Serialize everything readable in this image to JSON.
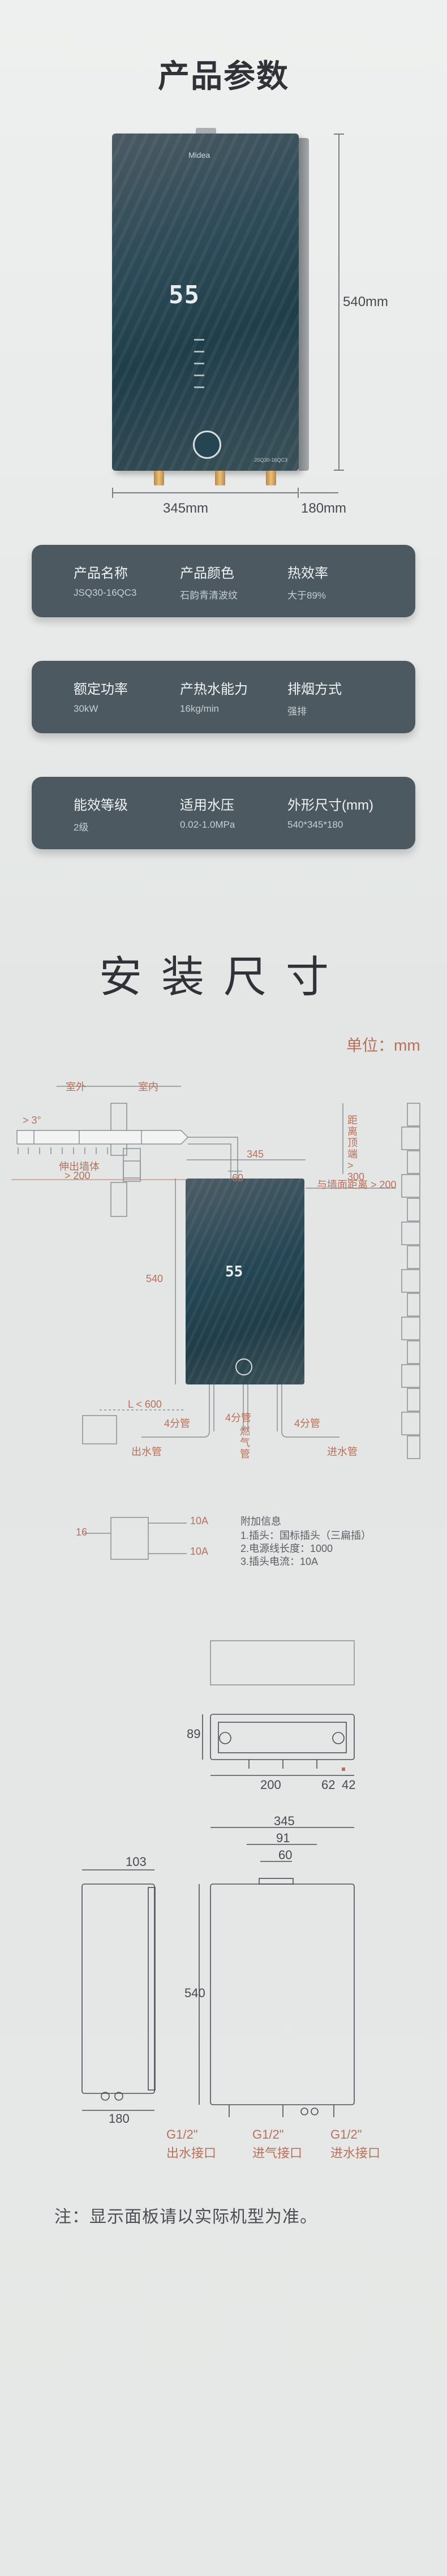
{
  "params": {
    "title": "产品参数",
    "dims": {
      "height": "540mm",
      "width": "345mm",
      "depth": "180mm"
    },
    "product": {
      "brand": "Midea",
      "display": "55",
      "model": "JSQ30-16QC3"
    },
    "cards": [
      [
        {
          "label": "产品名称",
          "value": "JSQ30-16QC3"
        },
        {
          "label": "产品颜色",
          "value": "石韵青清波纹"
        },
        {
          "label": "热效率",
          "value": "大于89%"
        }
      ],
      [
        {
          "label": "额定功率",
          "value": "30kW"
        },
        {
          "label": "产热水能力",
          "value": "16kg/min"
        },
        {
          "label": "排烟方式",
          "value": "强排"
        }
      ],
      [
        {
          "label": "能效等级",
          "value": "2级"
        },
        {
          "label": "适用水压",
          "value": "0.02-1.0MPa"
        },
        {
          "label": "外形尺寸(mm)",
          "value": "540*345*180"
        }
      ]
    ]
  },
  "install": {
    "title": "安装尺寸",
    "unit": "单位：mm",
    "labels": {
      "outdoor": "室外",
      "indoor": "室内",
      "slope": "> 3°",
      "extend": "伸出墙体",
      "extend_val": "> 200",
      "w345": "345",
      "w60": "60",
      "h540": "540",
      "ceiling": "距离顶端 > 300",
      "side": "与墙面距离 > 200",
      "socket": "L < 600",
      "pipe_left": "4分管",
      "pipe_mid": "4分管",
      "pipe_right": "4分管",
      "out_pipe": "出水管",
      "gas_pipe": "燃气管",
      "in_pipe": "进水管",
      "plug_16": "16",
      "plug_10a_1": "10A",
      "plug_10a_2": "10A"
    },
    "extra": {
      "title": "附加信息",
      "items": [
        "1.插头：国标插头（三扁插）",
        "2.电源线长度：1000",
        "3.插头电流：10A"
      ]
    },
    "views": {
      "top": {
        "d89": "89",
        "d200": "200",
        "d62": "62",
        "d42": "42"
      },
      "side": {
        "d103": "103",
        "d180": "180"
      },
      "front": {
        "d345": "345",
        "d91": "91",
        "d60": "60",
        "d540": "540"
      },
      "ports": [
        {
          "size": "G1/2\"",
          "name": "出水接口"
        },
        {
          "size": "G1/2\"",
          "name": "进气接口"
        },
        {
          "size": "G1/2\"",
          "name": "进水接口"
        }
      ]
    },
    "note": "注：显示面板请以实际机型为准。"
  }
}
